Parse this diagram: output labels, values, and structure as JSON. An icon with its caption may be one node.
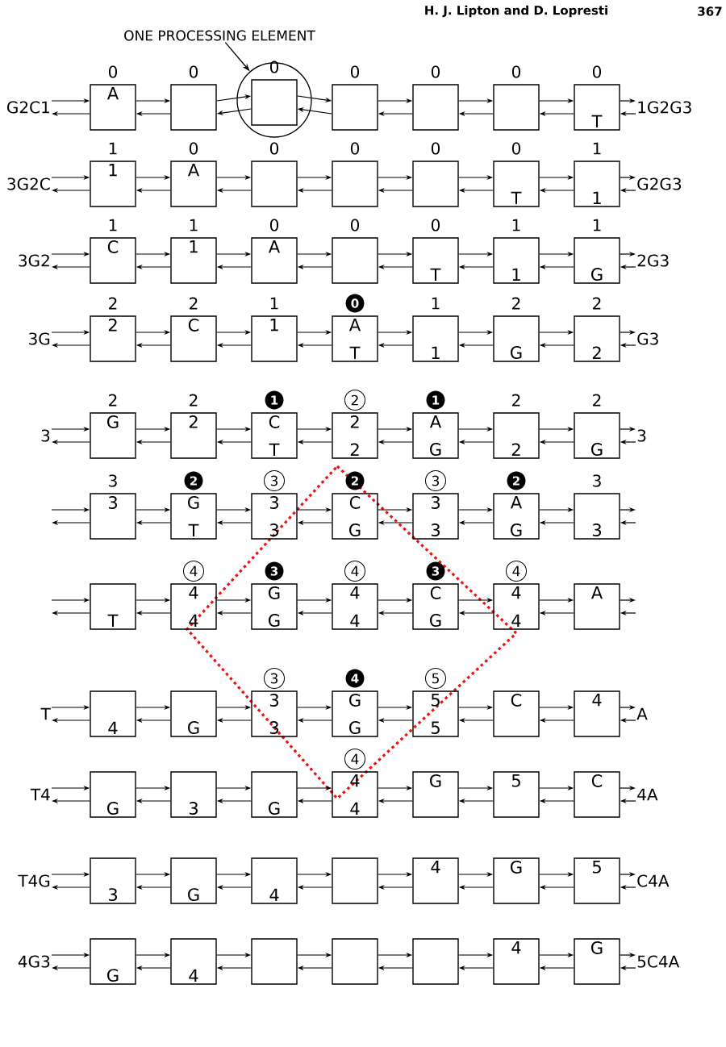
{
  "diagram": {
    "nodes": [
      {
        "text": [
          "ONE PROCESSING ELEMENT"
        ]
      },
      {
        "text": [],
        "shape": "circle"
      },
      {
        "text": [
          "G2C1"
        ]
      },
      {
        "text": [
          "A"
        ],
        "beside": [
          "0"
        ]
      },
      {
        "text": [],
        "shape": "box",
        "beside": [
          "0"
        ]
      },
      {
        "text": [],
        "shape": "box",
        "beside": [
          "0"
        ],
        "in": 1
      },
      {
        "text": [],
        "shape": "box",
        "beside": [
          "0"
        ]
      },
      {
        "text": [],
        "shape": "box",
        "beside": [
          "0"
        ]
      },
      {
        "text": [],
        "shape": "box",
        "beside": [
          "0"
        ]
      },
      {
        "text": [
          "T"
        ],
        "beside": [
          "0"
        ]
      },
      {
        "text": [
          "1G2G3"
        ]
      },
      {
        "text": [
          "3G2C"
        ]
      },
      {
        "text": [
          "1"
        ],
        "beside": [
          "1"
        ]
      },
      {
        "text": [
          "A"
        ],
        "beside": [
          "0"
        ]
      },
      {
        "text": [],
        "shape": "box",
        "beside": [
          "0"
        ]
      },
      {
        "text": [],
        "shape": "box",
        "beside": [
          "0"
        ]
      },
      {
        "text": [],
        "shape": "box",
        "beside": [
          "0"
        ]
      },
      {
        "text": [
          "T"
        ],
        "beside": [
          "0"
        ]
      },
      {
        "text": [
          "1"
        ],
        "beside": [
          "1"
        ]
      },
      {
        "text": [
          "G2G3"
        ]
      },
      {
        "text": [
          "3G2"
        ]
      },
      {
        "text": [
          "C"
        ],
        "beside": [
          "1"
        ]
      },
      {
        "text": [
          "1"
        ],
        "beside": [
          "1"
        ]
      },
      {
        "text": [
          "A"
        ],
        "beside": [
          "0"
        ]
      },
      {
        "text": [],
        "shape": "box",
        "beside": [
          "0"
        ]
      },
      {
        "text": [
          "T"
        ],
        "beside": [
          "0"
        ]
      },
      {
        "text": [
          "1"
        ],
        "beside": [
          "1"
        ]
      },
      {
        "text": [
          "G"
        ],
        "beside": [
          "1"
        ]
      },
      {
        "text": [
          "2G3"
        ]
      },
      {
        "text": [
          "3G"
        ]
      },
      {
        "text": [
          "2"
        ],
        "beside": [
          "2"
        ]
      },
      {
        "text": [
          "C"
        ],
        "beside": [
          "2"
        ]
      },
      {
        "text": [
          "1"
        ],
        "beside": [
          "1"
        ]
      },
      {
        "text": [
          "A",
          "T"
        ],
        "beside": [
          "0"
        ]
      },
      {
        "text": [
          "1"
        ],
        "beside": [
          "1"
        ]
      },
      {
        "text": [
          "G"
        ],
        "beside": [
          "2"
        ]
      },
      {
        "text": [
          "2"
        ],
        "beside": [
          "2"
        ]
      },
      {
        "text": [
          "G3"
        ]
      },
      {
        "text": [
          "3"
        ]
      },
      {
        "text": [
          "G"
        ],
        "beside": [
          "2"
        ]
      },
      {
        "text": [
          "2"
        ],
        "beside": [
          "2"
        ]
      },
      {
        "text": [
          "C",
          "T"
        ],
        "beside": [
          "1"
        ]
      },
      {
        "text": [
          "2",
          "2"
        ],
        "beside": [
          "2"
        ]
      },
      {
        "text": [
          "A",
          "G"
        ],
        "beside": [
          "1"
        ]
      },
      {
        "text": [
          "2"
        ],
        "beside": [
          "2"
        ]
      },
      {
        "text": [
          "G"
        ],
        "beside": [
          "2"
        ]
      },
      {
        "text": [
          "3"
        ]
      },
      {
        "text": [
          "3"
        ],
        "beside": [
          "3"
        ]
      },
      {
        "text": [
          "G",
          "T"
        ],
        "beside": [
          "2"
        ]
      },
      {
        "text": [
          "3",
          "3"
        ],
        "beside": [
          "3"
        ]
      },
      {
        "text": [
          "C",
          "G"
        ],
        "beside": [
          "2"
        ]
      },
      {
        "text": [
          "3",
          "3"
        ],
        "beside": [
          "3"
        ]
      },
      {
        "text": [
          "A",
          "G"
        ],
        "beside": [
          "2"
        ]
      },
      {
        "text": [
          "3"
        ],
        "beside": [
          "3"
        ]
      },
      {
        "text": [
          "T"
        ]
      },
      {
        "text": [
          "4",
          "4"
        ],
        "beside": [
          "4"
        ]
      },
      {
        "text": [
          "G",
          "G"
        ],
        "beside": [
          "3"
        ]
      },
      {
        "text": [
          "4",
          "4"
        ],
        "beside": [
          "4"
        ]
      },
      {
        "text": [
          "C",
          "G"
        ],
        "beside": [
          "3"
        ]
      },
      {
        "text": [
          "4",
          "4"
        ],
        "beside": [
          "4"
        ]
      },
      {
        "text": [
          "A"
        ]
      },
      {
        "text": [
          "T"
        ]
      },
      {
        "text": [
          "4"
        ]
      },
      {
        "text": [
          "G"
        ]
      },
      {
        "text": [
          "3",
          "3"
        ],
        "beside": [
          "3"
        ]
      },
      {
        "text": [
          "G",
          "G"
        ],
        "beside": [
          "4"
        ]
      },
      {
        "text": [
          "5",
          "5"
        ],
        "beside": [
          "5"
        ]
      },
      {
        "text": [
          "C"
        ]
      },
      {
        "text": [
          "4"
        ]
      },
      {
        "text": [
          "A"
        ]
      },
      {
        "text": [
          "T4"
        ]
      },
      {
        "text": [
          "G"
        ]
      },
      {
        "text": [
          "3"
        ]
      },
      {
        "text": [
          "G"
        ]
      },
      {
        "text": [
          "4",
          "4"
        ],
        "beside": [
          "4"
        ]
      },
      {
        "text": [
          "G"
        ]
      },
      {
        "text": [
          "5"
        ]
      },
      {
        "text": [
          "C"
        ]
      },
      {
        "text": [
          "4A"
        ]
      },
      {
        "text": [
          "T4G"
        ]
      },
      {
        "text": [
          "3"
        ]
      },
      {
        "text": [
          "G"
        ]
      },
      {
        "text": [
          "4"
        ]
      },
      {
        "text": [],
        "shape": "box"
      },
      {
        "text": [
          "4"
        ]
      },
      {
        "text": [
          "G"
        ]
      },
      {
        "text": [
          "5"
        ]
      },
      {
        "text": [
          "C4A"
        ]
      },
      {
        "text": [
          "4G3"
        ]
      },
      {
        "text": [
          "G"
        ]
      },
      {
        "text": [
          "4"
        ]
      },
      {
        "text": [],
        "shape": "box"
      },
      {
        "text": [],
        "shape": "box"
      },
      {
        "text": [],
        "shape": "box"
      },
      {
        "text": [
          "4"
        ]
      },
      {
        "text": [
          "G"
        ]
      },
      {
        "text": [
          "5C4A"
        ]
      }
    ],
    "edges": [
      {
        "from": 0,
        "to": 1,
        "arrow": "to"
      },
      {
        "from": 2,
        "to": 3,
        "arrow": "to"
      },
      {
        "from": 3,
        "to": 2,
        "arrow": "to"
      },
      {
        "from": 3,
        "to": 4,
        "arrow": "to"
      },
      {
        "from": 4,
        "to": 3,
        "arrow": "to"
      },
      {
        "from": 4,
        "to": 5,
        "arrow": "to"
      },
      {
        "from": 5,
        "to": 4,
        "arrow": "to"
      },
      {
        "from": 5,
        "to": 6,
        "arrow": "to"
      },
      {
        "from": 6,
        "to": 5,
        "arrow": "to"
      },
      {
        "from": 6,
        "to": 7,
        "arrow": "to"
      },
      {
        "from": 7,
        "to": 6,
        "arrow": "to"
      },
      {
        "from": 7,
        "to": 8,
        "arrow": "to"
      },
      {
        "from": 8,
        "to": 7,
        "arrow": "to"
      },
      {
        "from": 8,
        "to": 9,
        "arrow": "to"
      },
      {
        "from": 9,
        "to": 8,
        "arrow": "to"
      },
      {
        "from": 9,
        "to": 10,
        "arrow": "to"
      },
      {
        "from": 10,
        "to": 9,
        "arrow": "to"
      },
      {
        "from": 11,
        "to": 12,
        "arrow": "to"
      },
      {
        "from": 12,
        "to": 11,
        "arrow": "to"
      },
      {
        "from": 12,
        "to": 13,
        "arrow": "to"
      },
      {
        "from": 13,
        "to": 12,
        "arrow": "to"
      },
      {
        "from": 13,
        "to": 14,
        "arrow": "to"
      },
      {
        "from": 14,
        "to": 13,
        "arrow": "to"
      },
      {
        "from": 14,
        "to": 15,
        "arrow": "to"
      },
      {
        "from": 15,
        "to": 14,
        "arrow": "to"
      },
      {
        "from": 15,
        "to": 16,
        "arrow": "to"
      },
      {
        "from": 16,
        "to": 15,
        "arrow": "to"
      },
      {
        "from": 16,
        "to": 17,
        "arrow": "to"
      },
      {
        "from": 17,
        "to": 16,
        "arrow": "to"
      },
      {
        "from": 17,
        "to": 18,
        "arrow": "to"
      },
      {
        "from": 18,
        "to": 17,
        "arrow": "to"
      },
      {
        "from": 18,
        "to": 19,
        "arrow": "to"
      },
      {
        "from": 19,
        "to": 18,
        "arrow": "to"
      },
      {
        "from": 20,
        "to": 21,
        "arrow": "to"
      },
      {
        "from": 21,
        "to": 20,
        "arrow": "to"
      },
      {
        "from": 21,
        "to": 22,
        "arrow": "to"
      },
      {
        "from": 22,
        "to": 21,
        "arrow": "to"
      },
      {
        "from": 22,
        "to": 23,
        "arrow": "to"
      },
      {
        "from": 23,
        "to": 22,
        "arrow": "to"
      },
      {
        "from": 23,
        "to": 24,
        "arrow": "to"
      },
      {
        "from": 24,
        "to": 23,
        "arrow": "to"
      },
      {
        "from": 24,
        "to": 25,
        "arrow": "to"
      },
      {
        "from": 25,
        "to": 24,
        "arrow": "to"
      },
      {
        "from": 25,
        "to": 26,
        "arrow": "to"
      },
      {
        "from": 26,
        "to": 25,
        "arrow": "to"
      },
      {
        "from": 26,
        "to": 27,
        "arrow": "to"
      },
      {
        "from": 27,
        "to": 26,
        "arrow": "to"
      },
      {
        "from": 27,
        "to": 28,
        "arrow": "to"
      },
      {
        "from": 28,
        "to": 27,
        "arrow": "to"
      },
      {
        "from": 29,
        "to": 30,
        "arrow": "to"
      },
      {
        "from": 30,
        "to": 29,
        "arrow": "to"
      },
      {
        "from": 30,
        "to": 31,
        "arrow": "to"
      },
      {
        "from": 31,
        "to": 30,
        "arrow": "to"
      },
      {
        "from": 31,
        "to": 32,
        "arrow": "to"
      },
      {
        "from": 32,
        "to": 31,
        "arrow": "to"
      },
      {
        "from": 32,
        "to": 33,
        "arrow": "to"
      },
      {
        "from": 33,
        "to": 32,
        "arrow": "to"
      },
      {
        "from": 33,
        "to": 34,
        "arrow": "to"
      },
      {
        "from": 34,
        "to": 33,
        "arrow": "to"
      },
      {
        "from": 34,
        "to": 35,
        "arrow": "to"
      },
      {
        "from": 35,
        "to": 34,
        "arrow": "to"
      },
      {
        "from": 35,
        "to": 36,
        "arrow": "to"
      },
      {
        "from": 36,
        "to": 35,
        "arrow": "to"
      },
      {
        "from": 36,
        "to": 37,
        "arrow": "to"
      },
      {
        "from": 37,
        "to": 36,
        "arrow": "to"
      },
      {
        "from": 38,
        "to": 39,
        "arrow": "to"
      },
      {
        "from": 39,
        "to": 38,
        "arrow": "to"
      },
      {
        "from": 39,
        "to": 40,
        "arrow": "to"
      },
      {
        "from": 40,
        "to": 39,
        "arrow": "to"
      },
      {
        "from": 40,
        "to": 41,
        "arrow": "to"
      },
      {
        "from": 41,
        "to": 40,
        "arrow": "to"
      },
      {
        "from": 41,
        "to": 42,
        "arrow": "to"
      },
      {
        "from": 42,
        "to": 41,
        "arrow": "to"
      },
      {
        "from": 42,
        "to": 43,
        "arrow": "to"
      },
      {
        "from": 43,
        "to": 42,
        "arrow": "to"
      },
      {
        "from": 43,
        "to": 44,
        "arrow": "to"
      },
      {
        "from": 44,
        "to": 43,
        "arrow": "to"
      },
      {
        "from": 44,
        "to": 45,
        "arrow": "to"
      },
      {
        "from": 45,
        "to": 44,
        "arrow": "to"
      },
      {
        "from": 45,
        "to": 46,
        "arrow": "to"
      },
      {
        "from": 46,
        "to": 45,
        "arrow": "to"
      },
      {
        "from": null,
        "to": 47,
        "arrow": "to"
      },
      {
        "from": 47,
        "to": null,
        "arrow": "to"
      },
      {
        "from": 47,
        "to": 48,
        "arrow": "to"
      },
      {
        "from": 48,
        "to": 47,
        "arrow": "to"
      },
      {
        "from": 48,
        "to": 49,
        "arrow": "to"
      },
      {
        "from": 49,
        "to": 48,
        "arrow": "to"
      },
      {
        "from": 49,
        "to": 50,
        "arrow": "to"
      },
      {
        "from": 50,
        "to": 49,
        "arrow": "to"
      },
      {
        "from": 50,
        "to": 51,
        "arrow": "to"
      },
      {
        "from": 51,
        "to": 50,
        "arrow": "to"
      },
      {
        "from": 51,
        "to": 52,
        "arrow": "to"
      },
      {
        "from": 52,
        "to": 51,
        "arrow": "to"
      },
      {
        "from": 52,
        "to": 53,
        "arrow": "to"
      },
      {
        "from": 53,
        "to": 52,
        "arrow": "to"
      },
      {
        "from": 53,
        "to": null,
        "arrow": "to"
      },
      {
        "from": null,
        "to": 53,
        "arrow": "to"
      },
      {
        "from": null,
        "to": 54,
        "arrow": "to"
      },
      {
        "from": 54,
        "to": null,
        "arrow": "to"
      },
      {
        "from": 54,
        "to": 55,
        "arrow": "to"
      },
      {
        "from": 55,
        "to": 54,
        "arrow": "to"
      },
      {
        "from": 55,
        "to": 56,
        "arrow": "to"
      },
      {
        "from": 56,
        "to": 55,
        "arrow": "to"
      },
      {
        "from": 56,
        "to": 57,
        "arrow": "to"
      },
      {
        "from": 57,
        "to": 56,
        "arrow": "to"
      },
      {
        "from": 57,
        "to": 58,
        "arrow": "to"
      },
      {
        "from": 58,
        "to": 57,
        "arrow": "to"
      },
      {
        "from": 58,
        "to": 59,
        "arrow": "to"
      },
      {
        "from": 59,
        "to": 58,
        "arrow": "to"
      },
      {
        "from": 59,
        "to": 60,
        "arrow": "to"
      },
      {
        "from": 60,
        "to": 59,
        "arrow": "to"
      },
      {
        "from": 60,
        "to": null,
        "arrow": "to"
      },
      {
        "from": null,
        "to": 60,
        "arrow": "to"
      },
      {
        "from": 61,
        "to": 62,
        "arrow": "to"
      },
      {
        "from": 62,
        "to": 61,
        "arrow": "to"
      },
      {
        "from": 62,
        "to": 63,
        "arrow": "to"
      },
      {
        "from": 63,
        "to": 62,
        "arrow": "to"
      },
      {
        "from": 63,
        "to": 64,
        "arrow": "to"
      },
      {
        "from": 64,
        "to": 63,
        "arrow": "to"
      },
      {
        "from": 64,
        "to": 65,
        "arrow": "to"
      },
      {
        "from": 65,
        "to": 64,
        "arrow": "to"
      },
      {
        "from": 65,
        "to": 66,
        "arrow": "to"
      },
      {
        "from": 66,
        "to": 65,
        "arrow": "to"
      },
      {
        "from": 66,
        "to": 67,
        "arrow": "to"
      },
      {
        "from": 67,
        "to": 66,
        "arrow": "to"
      },
      {
        "from": 67,
        "to": 68,
        "arrow": "to"
      },
      {
        "from": 68,
        "to": 67,
        "arrow": "to"
      },
      {
        "from": 68,
        "to": 69,
        "arrow": "to"
      },
      {
        "from": 69,
        "to": 68,
        "arrow": "to"
      },
      {
        "from": 70,
        "to": 71,
        "arrow": "to"
      },
      {
        "from": 71,
        "to": 70,
        "arrow": "to"
      },
      {
        "from": 71,
        "to": 72,
        "arrow": "to"
      },
      {
        "from": 72,
        "to": 71,
        "arrow": "to"
      },
      {
        "from": 72,
        "to": 73,
        "arrow": "to"
      },
      {
        "from": 73,
        "to": 72,
        "arrow": "to"
      },
      {
        "from": 73,
        "to": 74,
        "arrow": "to"
      },
      {
        "from": 74,
        "to": 73,
        "arrow": "to"
      },
      {
        "from": 74,
        "to": 75,
        "arrow": "to"
      },
      {
        "from": 75,
        "to": 74,
        "arrow": "to"
      },
      {
        "from": 75,
        "to": 76,
        "arrow": "to"
      },
      {
        "from": 76,
        "to": 75,
        "arrow": "to"
      },
      {
        "from": 76,
        "to": 77,
        "arrow": "to"
      },
      {
        "from": 77,
        "to": 76,
        "arrow": "to"
      },
      {
        "from": 77,
        "to": 78,
        "arrow": "to"
      },
      {
        "from": 78,
        "to": 77,
        "arrow": "to"
      },
      {
        "from": 79,
        "to": 80,
        "arrow": "to"
      },
      {
        "from": 80,
        "to": 79,
        "arrow": "to"
      },
      {
        "from": 80,
        "to": 81,
        "arrow": "to"
      },
      {
        "from": 81,
        "to": 80,
        "arrow": "to"
      },
      {
        "from": 81,
        "to": 82,
        "arrow": "to"
      },
      {
        "from": 82,
        "to": 81,
        "arrow": "to"
      },
      {
        "from": 82,
        "to": 83,
        "arrow": "to"
      },
      {
        "from": 83,
        "to": 82,
        "arrow": "to"
      },
      {
        "from": 83,
        "to": 84,
        "arrow": "to"
      },
      {
        "from": 84,
        "to": 83,
        "arrow": "to"
      },
      {
        "from": 84,
        "to": 85,
        "arrow": "to"
      },
      {
        "from": 85,
        "to": 84,
        "arrow": "to"
      },
      {
        "from": 85,
        "to": 86,
        "arrow": "to"
      },
      {
        "from": 86,
        "to": 85,
        "arrow": "to"
      },
      {
        "from": 86,
        "to": 87,
        "arrow": "to"
      },
      {
        "from": 87,
        "to": 86,
        "arrow": "to"
      },
      {
        "from": 88,
        "to": 89,
        "arrow": "to"
      },
      {
        "from": 89,
        "to": 88,
        "arrow": "to"
      },
      {
        "from": 89,
        "to": 90,
        "arrow": "to"
      },
      {
        "from": 90,
        "to": 89,
        "arrow": "to"
      },
      {
        "from": 90,
        "to": 91,
        "arrow": "to"
      },
      {
        "from": 91,
        "to": 90,
        "arrow": "to"
      },
      {
        "from": 91,
        "to": 92,
        "arrow": "to"
      },
      {
        "from": 92,
        "to": 91,
        "arrow": "to"
      },
      {
        "from": 92,
        "to": 93,
        "arrow": "to"
      },
      {
        "from": 93,
        "to": 92,
        "arrow": "to"
      },
      {
        "from": 93,
        "to": 94,
        "arrow": "to"
      },
      {
        "from": 94,
        "to": 93,
        "arrow": "to"
      },
      {
        "from": 94,
        "to": 95,
        "arrow": "to"
      },
      {
        "from": 95,
        "to": 94,
        "arrow": "to"
      },
      {
        "from": 95,
        "to": 96,
        "arrow": "to"
      },
      {
        "from": 96,
        "to": 95,
        "arrow": "to"
      }
    ],
    "labels": [
      "H. J. Lipton and D. Lopresti",
      "367"
    ]
  }
}
